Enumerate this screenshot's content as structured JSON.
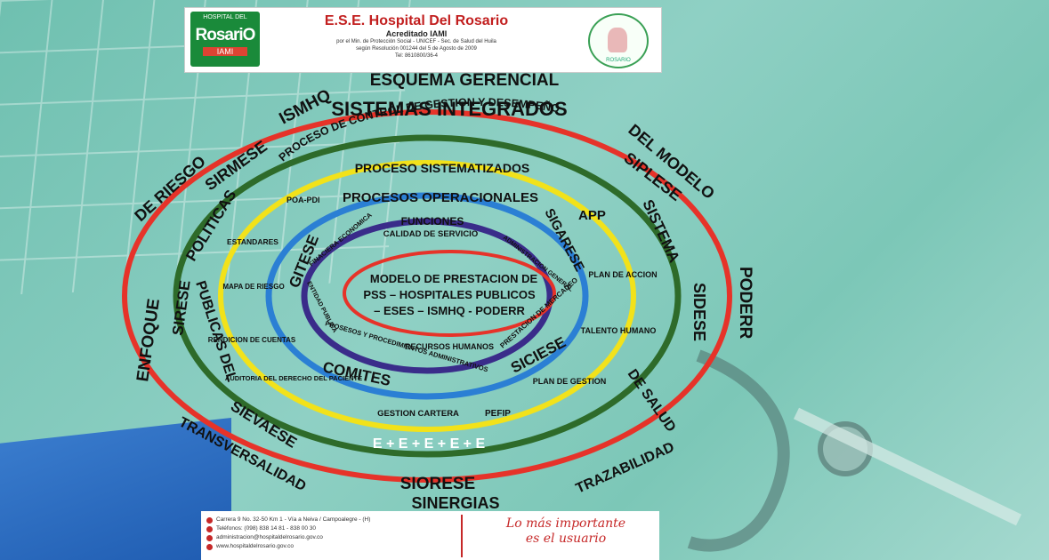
{
  "header": {
    "logo_text": "RosariO",
    "logo_top": "HOSPITAL DEL",
    "logo_iami": "IAMI",
    "title": "E.S.E. Hospital Del Rosario",
    "subtitle": "Acreditado IAMI",
    "line1": "por el Min. de Protección Social - UNICEF - Sec. de Salud del Huila",
    "line2": "según Resolución 001244 del 5 de Agosto de 2009",
    "line3": "Tel: 8610800/36-4",
    "seal_text": "ROSARIO"
  },
  "diagram": {
    "outer_labels": {
      "top1": "ESQUEMA GERENCIAL",
      "top2": "SISTEMAS INTEGRADOS",
      "ismhq": "ISMHQ",
      "de_riesgo": "DE RIESGO",
      "del_modelo": "DEL MODELO",
      "enfoque": "ENFOQUE",
      "poderr": "PODERR",
      "transversalidad": "TRANSVERSALIDAD",
      "trazabilidad": "TRAZABILIDAD",
      "sinergias": "SINERGIAS"
    },
    "green_ring": {
      "sirmese": "SIRMESE",
      "politicas": "POLITICAS",
      "siplese": "SIPLESE",
      "sistema": "SISTEMA",
      "sirese": "SIRESE",
      "publicas_del": "PUBLICAS DEL",
      "sidese": "SIDESE",
      "de_salud": "DE SALUD",
      "sievaese": "SIEVAESE",
      "siorese": "SIORESE",
      "eeee": "E + E + E + E + E"
    },
    "yellow_ring": {
      "arc": "PROCESO DE CONTROL  DE GESTION Y  DESEMPEÑO",
      "proceso_sist": "PROCESO SISTEMATIZADOS",
      "poa": "POA-PDI",
      "estandares": "ESTANDARES",
      "mapa_riesgo": "MAPA DE RIESGO",
      "rendicion": "RENDICION DE CUENTAS",
      "auditoria": "AUDITORIA DEL DERECHO DEL PACIENTE",
      "gestion_cartera": "GESTION CARTERA",
      "pefip": "PEFIP",
      "plan_gestion": "PLAN DE GESTION",
      "talento": "TALENTO HUMANO",
      "plan_accion": "PLAN DE ACCION",
      "app": "APP"
    },
    "blue_ring": {
      "procesos_op": "PROCESOS OPERACIONALES",
      "gitese": "GITESE",
      "sigarese": "SIGARESE",
      "siciese": "SICIESE",
      "comites": "COMITES"
    },
    "purple_ring": {
      "funciones": "FUNCIONES",
      "calidad": "CALIDAD DE SERVICIO",
      "financiera": "FINACIERA ECONOMICA",
      "administracion": "ADMINISTRACION GENERAL",
      "entidad": "ENTIDAD PUBLICA",
      "prestacion": "PRESTACION DE MERCADEO",
      "procesos_proc": "PROSESOS Y PROCEDIMIENTOS ADMINISTRATIVOS",
      "recursos": "RECURSOS HUMANOS"
    },
    "core": {
      "line1": "MODELO DE PRESTACION DE",
      "line2": "PSS – HOSPITALES PUBLICOS",
      "line3": "– ESES – ISMHQ - PODERR"
    }
  },
  "footer": {
    "address": "Carrera 9 No. 32-50 Km 1 - Vía a Neiva / Campoalegre - (H)",
    "phones": "Teléfonos: (098) 838 14 81 - 838 00 30",
    "email": "administracion@hospitaldelrosario.gov.co",
    "web": "www.hospitaldelrosario.gov.co",
    "slogan1": "Lo más importante",
    "slogan2": "es el usuario"
  },
  "colors": {
    "red_ring": "#e63329",
    "green_ring": "#2e6b2a",
    "yellow_ring": "#f2e21a",
    "blue_ring": "#2b7fd4",
    "purple_ring": "#3a2c8a",
    "inner_red": "#e63329"
  }
}
